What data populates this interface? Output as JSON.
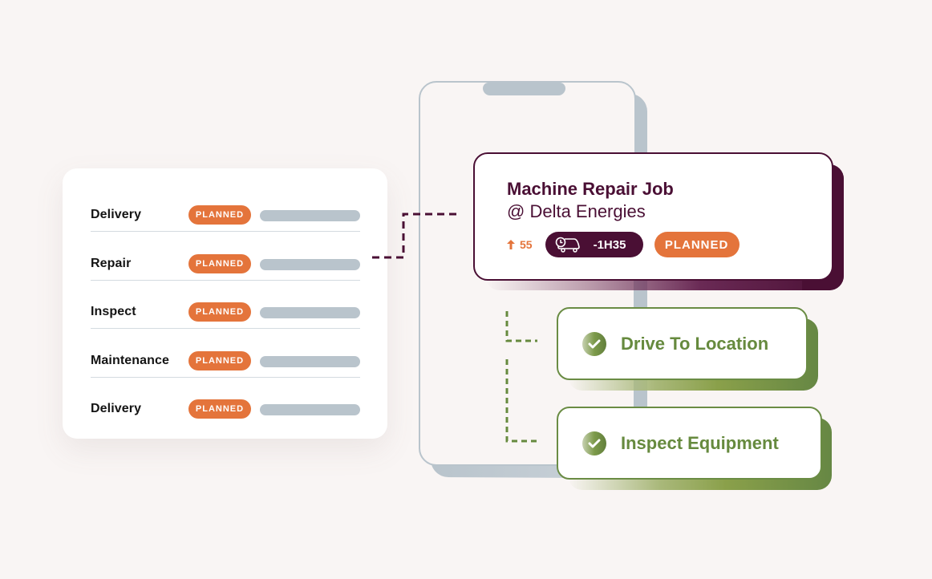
{
  "colors": {
    "background": "#f9f5f4",
    "planned_orange": "#e4743b",
    "plum": "#4a0f34",
    "green": "#668a3e",
    "slate": "#b9c4cc"
  },
  "job_list": {
    "rows": [
      {
        "label": "Delivery",
        "status": "PLANNED"
      },
      {
        "label": "Repair",
        "status": "PLANNED"
      },
      {
        "label": "Inspect",
        "status": "PLANNED"
      },
      {
        "label": "Maintenance",
        "status": "PLANNED"
      },
      {
        "label": "Delivery",
        "status": "PLANNED"
      }
    ]
  },
  "job_card": {
    "title": "Machine Repair Job",
    "subtitle": "@ Delta Energies",
    "priority_icon": "arrow-up-icon",
    "priority_value": "55",
    "eta_icon": "clock-truck-icon",
    "eta_value": "-1H35",
    "status": "PLANNED"
  },
  "tasks": [
    {
      "label": "Drive To Location",
      "icon": "check-circle-icon",
      "done": true
    },
    {
      "label": "Inspect Equipment",
      "icon": "check-circle-icon",
      "done": true
    }
  ]
}
